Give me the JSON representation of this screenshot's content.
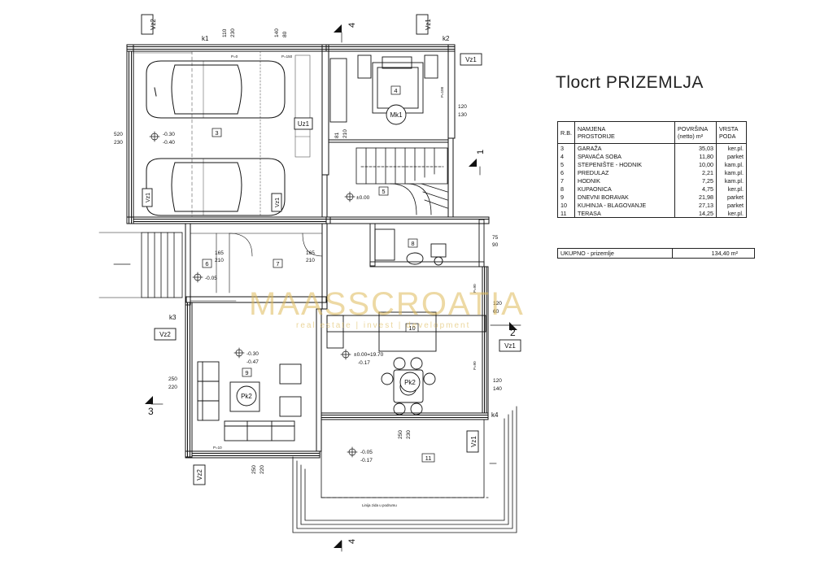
{
  "title": "Tlocrt PRIZEMLJA",
  "table": {
    "header": {
      "rb": "R.B.",
      "name": "NAMJENA\nPROSTORIJE",
      "area": "POVRŠINA\n(netto) m²",
      "floor": "VRSTA\nPODA"
    },
    "rows": [
      {
        "rb": "3",
        "name": "GARAŽA",
        "area": "35,03",
        "floor": "ker.pl."
      },
      {
        "rb": "4",
        "name": "SPAVAĆA SOBA",
        "area": "11,80",
        "floor": "parket"
      },
      {
        "rb": "5",
        "name": "STEPENIŠTE - HODNIK",
        "area": "10,00",
        "floor": "kam.pl."
      },
      {
        "rb": "6",
        "name": "PREDULAZ",
        "area": "2,21",
        "floor": "kam.pl."
      },
      {
        "rb": "7",
        "name": "HODNIK",
        "area": "7,25",
        "floor": "kam.pl."
      },
      {
        "rb": "8",
        "name": "KUPAONICA",
        "area": "4,75",
        "floor": "ker.pl."
      },
      {
        "rb": "9",
        "name": "DNEVNI BORAVAK",
        "area": "21,98",
        "floor": "parket"
      },
      {
        "rb": "10",
        "name": "KUHINJA - BLAGOVANJE",
        "area": "27,13",
        "floor": "parket"
      },
      {
        "rb": "11",
        "name": "TERASA",
        "area": "14,25",
        "floor": "ker.pl."
      }
    ],
    "total_label": "UKUPNO - prizemlje",
    "total_value": "134,40 m²"
  },
  "watermark": {
    "brand": "MAASSCROATIA",
    "tagline": "real estate | invest | development"
  },
  "plan": {
    "room_numbers": [
      "3",
      "4",
      "5",
      "6",
      "7",
      "8",
      "9",
      "10",
      "11"
    ],
    "elements": {
      "uz1": "Uz1",
      "mk1": "Mk1",
      "pk2a": "Pk2",
      "pk2b": "Pk2"
    },
    "vz": {
      "vz_top_left": "Vz2",
      "vz_top_right": "Vz1",
      "vz_right_1": "Vz1",
      "vz_left": "Vz2",
      "vz_right_2": "Vz1",
      "vz_terrace": "Vz1",
      "vz_bottom": "Vz2",
      "vz_garage_a": "Vz1",
      "vz_garage_b": "Vz1"
    },
    "corners": {
      "k1": "k1",
      "k2": "k2",
      "k3": "k3",
      "k4": "k4"
    },
    "levels": {
      "garage": [
        "-0.30",
        "-0.40"
      ],
      "stair": "±0.00",
      "predulaz": "-0.05",
      "living": [
        "-0.30",
        "-0.47"
      ],
      "kitchen": [
        "±0.00=19.70",
        "-0.17"
      ],
      "terrace": [
        "-0.05",
        "-0.17"
      ]
    },
    "dims": {
      "d110_230": [
        "110",
        "230"
      ],
      "d140_80": [
        "140",
        "80"
      ],
      "d520_230": [
        "520",
        "230"
      ],
      "d120_130": [
        "120",
        "130"
      ],
      "d81_210": [
        "81",
        "210"
      ],
      "d165_210a": [
        "165",
        "210"
      ],
      "d165_210b": [
        "165",
        "210"
      ],
      "d75_90": [
        "75",
        "90"
      ],
      "d120_60": [
        "120",
        "60"
      ],
      "d250_220": [
        "250",
        "220"
      ],
      "d120_140": [
        "120",
        "140"
      ],
      "d250_230": [
        "250",
        "230"
      ],
      "d250_220b": [
        "250",
        "220"
      ]
    },
    "sections": {
      "s4_top": "4",
      "s1": "1",
      "s2": "2",
      "s3": "3",
      "s4_bottom": "4"
    },
    "notes": {
      "p0": "P=0",
      "p150": "P=150",
      "p100": "P=100",
      "p90a": "P=90",
      "p90b": "P=90",
      "p10": "P=10",
      "terrace_note": "Linija zida u podrumu"
    }
  }
}
